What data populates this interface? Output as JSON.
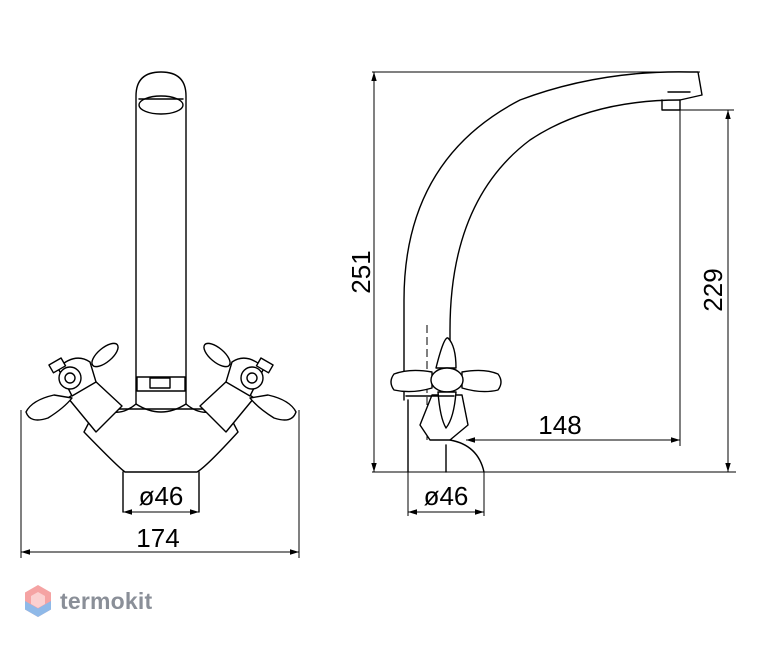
{
  "dimensions": {
    "front_base_diameter": "ø46",
    "front_width": "174",
    "side_height_total": "251",
    "side_spout_height": "229",
    "side_reach": "148",
    "side_base_diameter": "ø46"
  },
  "brand": {
    "name": "termokit",
    "logo_colors": [
      "#f5a3a3",
      "#8fb9e8"
    ]
  }
}
